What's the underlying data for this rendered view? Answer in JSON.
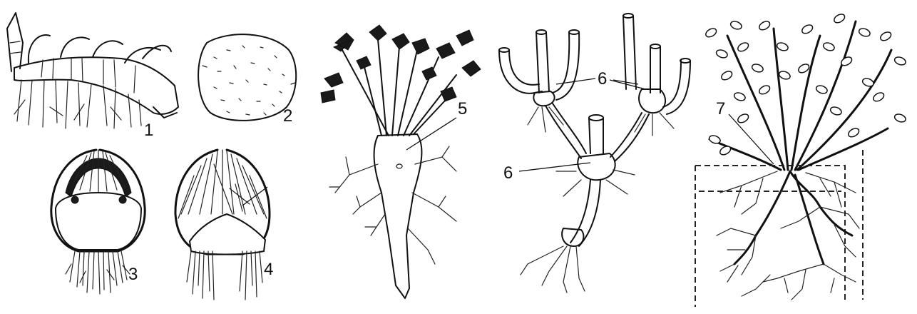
{
  "labels": {
    "l1": "1",
    "l2": "2",
    "l3": "3",
    "l4": "4",
    "l5": "5",
    "l6a": "6",
    "l6b": "6",
    "l7": "7"
  }
}
